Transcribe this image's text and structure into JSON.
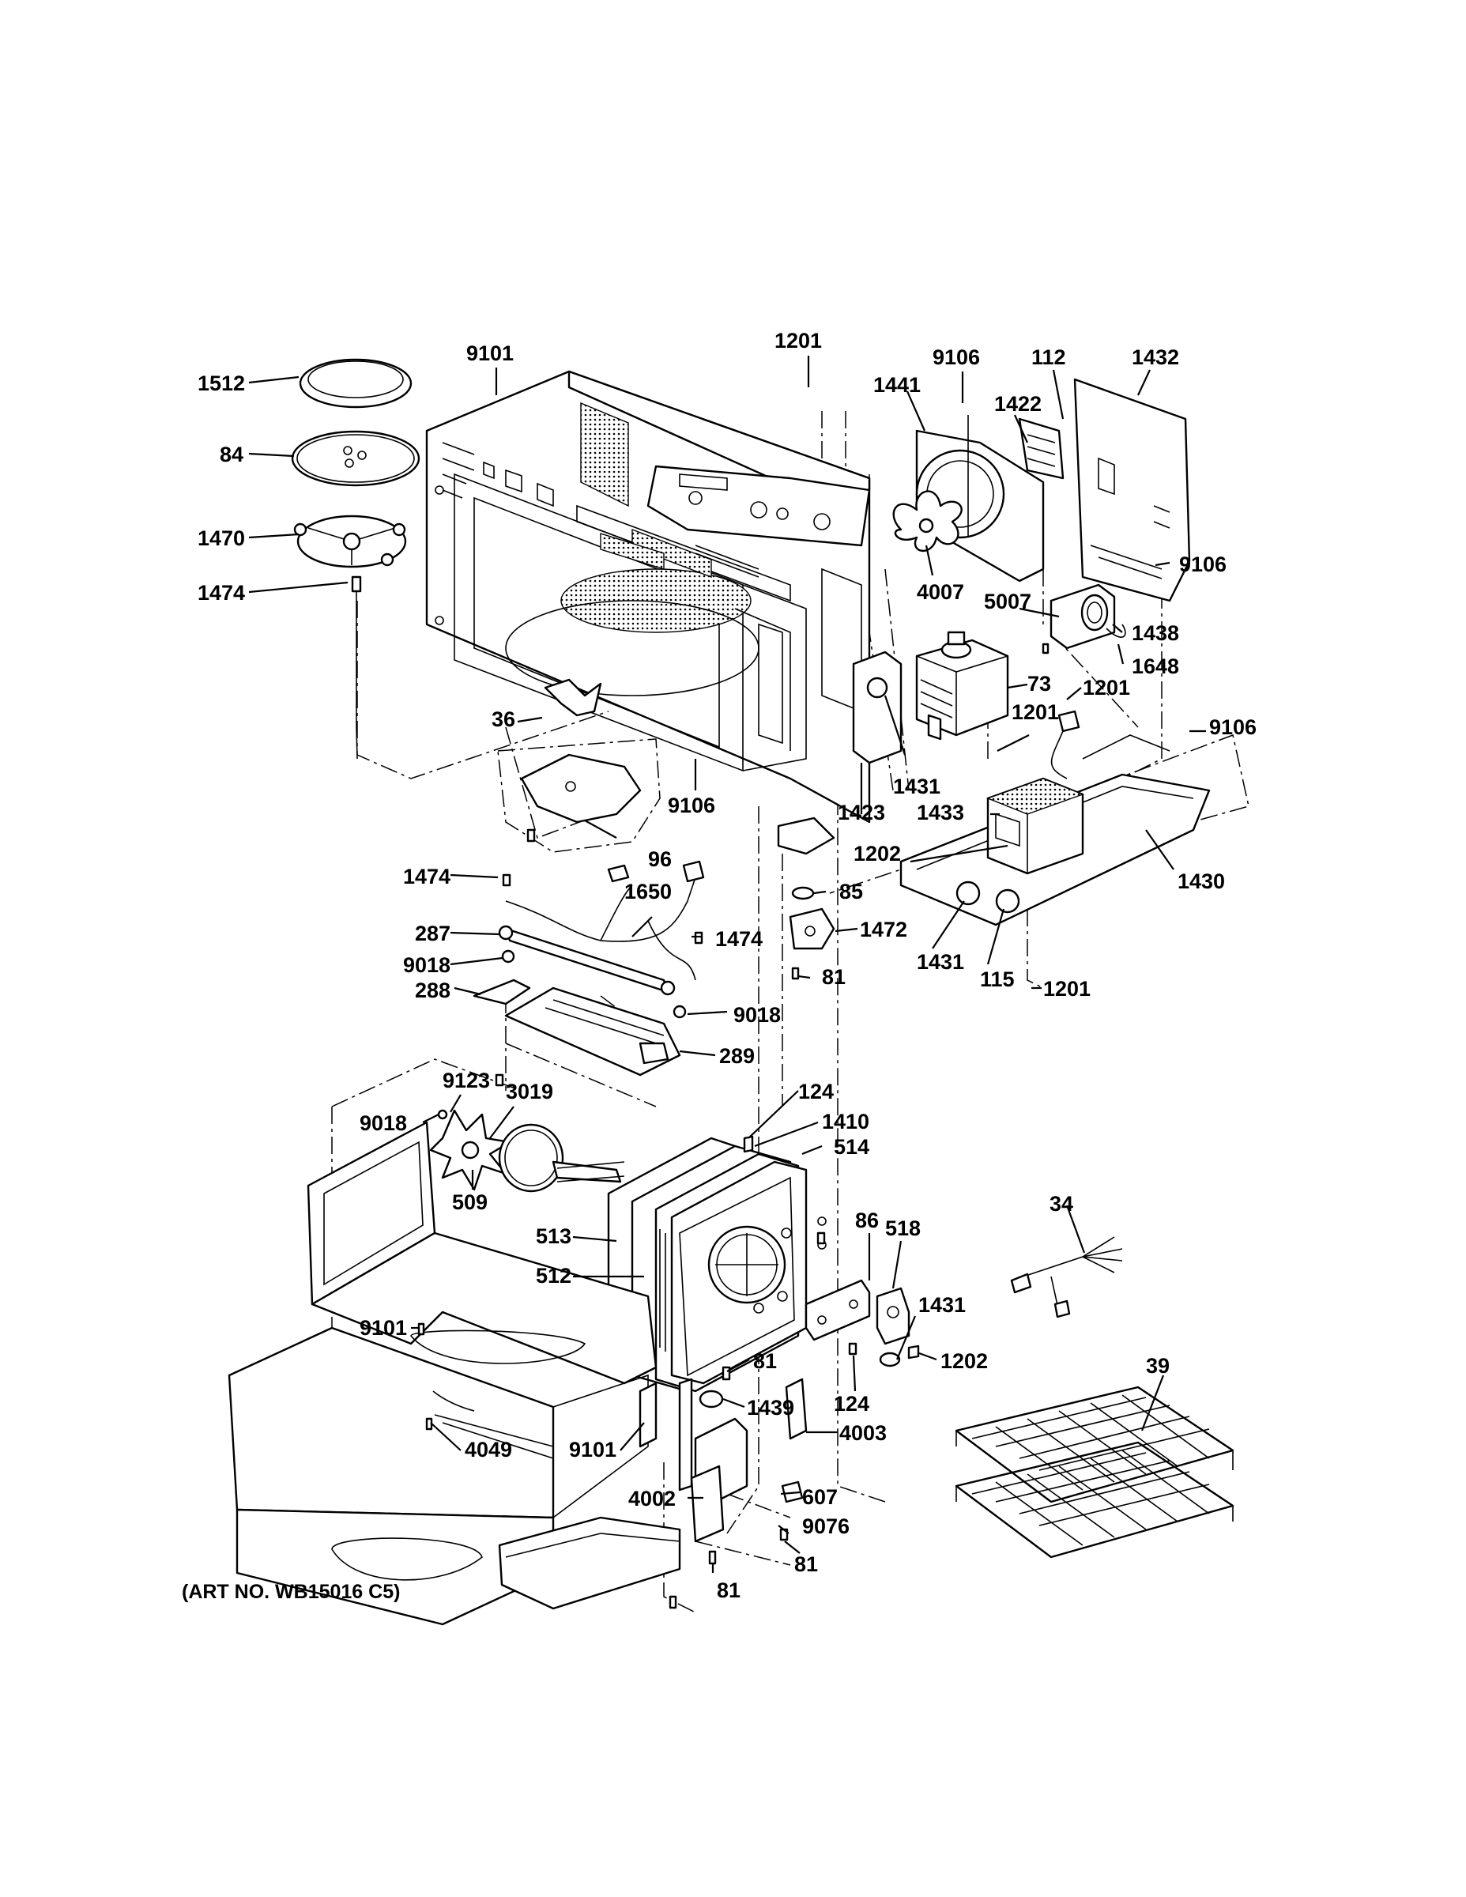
{
  "art_number": "(ART NO. WB15016 C5)",
  "callouts": [
    {
      "id": "c1512a",
      "text": "1512"
    },
    {
      "id": "c84a",
      "text": "84"
    },
    {
      "id": "c1470a",
      "text": "1470"
    },
    {
      "id": "c1474a",
      "text": "1474"
    },
    {
      "id": "c9101a",
      "text": "9101"
    },
    {
      "id": "c1201a",
      "text": "1201"
    },
    {
      "id": "c9106a",
      "text": "9106"
    },
    {
      "id": "c112a",
      "text": "112"
    },
    {
      "id": "c1432a",
      "text": "1432"
    },
    {
      "id": "c1441a",
      "text": "1441"
    },
    {
      "id": "c1422a",
      "text": "1422"
    },
    {
      "id": "c9106b",
      "text": "9106"
    },
    {
      "id": "c4007a",
      "text": "4007"
    },
    {
      "id": "c5007a",
      "text": "5007"
    },
    {
      "id": "c1438a",
      "text": "1438"
    },
    {
      "id": "c1648a",
      "text": "1648"
    },
    {
      "id": "c73a",
      "text": "73"
    },
    {
      "id": "c1201b",
      "text": "1201"
    },
    {
      "id": "c1201c",
      "text": "1201"
    },
    {
      "id": "c9106c",
      "text": "9106"
    },
    {
      "id": "c36a",
      "text": "36"
    },
    {
      "id": "c9106d",
      "text": "9106"
    },
    {
      "id": "c1431a",
      "text": "1431"
    },
    {
      "id": "c1423a",
      "text": "1423"
    },
    {
      "id": "c1433a",
      "text": "1433"
    },
    {
      "id": "c96a",
      "text": "96"
    },
    {
      "id": "c1202a",
      "text": "1202"
    },
    {
      "id": "c1430a",
      "text": "1430"
    },
    {
      "id": "c85a",
      "text": "85"
    },
    {
      "id": "c1474b",
      "text": "1474"
    },
    {
      "id": "c1650a",
      "text": "1650"
    },
    {
      "id": "c287a",
      "text": "287"
    },
    {
      "id": "c1474c",
      "text": "1474"
    },
    {
      "id": "c1472a",
      "text": "1472"
    },
    {
      "id": "c9018a",
      "text": "9018"
    },
    {
      "id": "c1431b",
      "text": "1431"
    },
    {
      "id": "c115a",
      "text": "115"
    },
    {
      "id": "c81a",
      "text": "81"
    },
    {
      "id": "c1201d",
      "text": "1201"
    },
    {
      "id": "c288a",
      "text": "288"
    },
    {
      "id": "c9018b",
      "text": "9018"
    },
    {
      "id": "c289a",
      "text": "289"
    },
    {
      "id": "c9123a",
      "text": "9123"
    },
    {
      "id": "c9018c",
      "text": "9018"
    },
    {
      "id": "c3019a",
      "text": "3019"
    },
    {
      "id": "c124a",
      "text": "124"
    },
    {
      "id": "c1410a",
      "text": "1410"
    },
    {
      "id": "c514a",
      "text": "514"
    },
    {
      "id": "c509a",
      "text": "509"
    },
    {
      "id": "c34a",
      "text": "34"
    },
    {
      "id": "c86a",
      "text": "86"
    },
    {
      "id": "c518a",
      "text": "518"
    },
    {
      "id": "c513a",
      "text": "513"
    },
    {
      "id": "c512a",
      "text": "512"
    },
    {
      "id": "c1431c",
      "text": "1431"
    },
    {
      "id": "c9101b",
      "text": "9101"
    },
    {
      "id": "c81b",
      "text": "81"
    },
    {
      "id": "c1202b",
      "text": "1202"
    },
    {
      "id": "c39a",
      "text": "39"
    },
    {
      "id": "c124b",
      "text": "124"
    },
    {
      "id": "c1439a",
      "text": "1439"
    },
    {
      "id": "c4003a",
      "text": "4003"
    },
    {
      "id": "c4049a",
      "text": "4049"
    },
    {
      "id": "c9101c",
      "text": "9101"
    },
    {
      "id": "c4002a",
      "text": "4002"
    },
    {
      "id": "c607a",
      "text": "607"
    },
    {
      "id": "c9076a",
      "text": "9076"
    },
    {
      "id": "c81c",
      "text": "81"
    },
    {
      "id": "c81d",
      "text": "81"
    }
  ]
}
